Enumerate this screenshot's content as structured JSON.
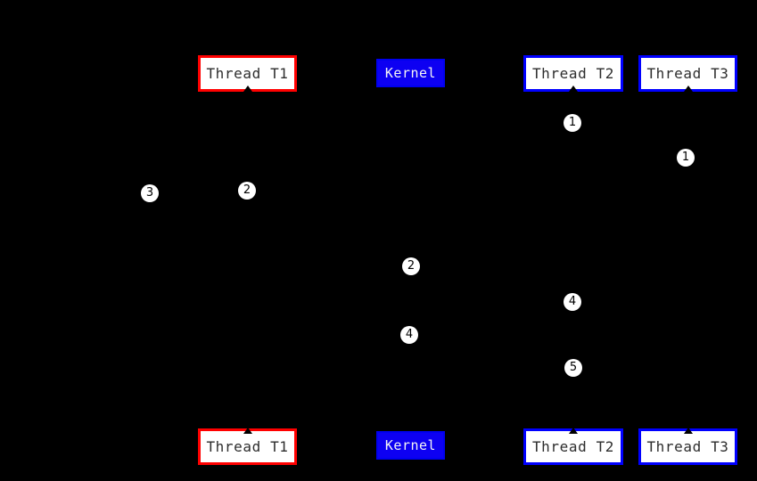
{
  "background_color": "#000000",
  "colors": {
    "red_accent": "#ff0000",
    "blue_accent": "#0000ff",
    "kernel_fill": "#0d00f2",
    "box_fill": "#ffffff",
    "thread_label_text": "#2d2d2d",
    "kernel_label_text": "#f5f5f5",
    "marker_fill": "#ffffff",
    "marker_text": "#000000"
  },
  "actors": {
    "thread_t1": {
      "label": "Thread T1"
    },
    "kernel": {
      "label": "Kernel"
    },
    "thread_t2": {
      "label": "Thread T2"
    },
    "thread_t3": {
      "label": "Thread T3"
    }
  },
  "markers": [
    {
      "label": "3"
    },
    {
      "label": "2"
    },
    {
      "label": "1"
    },
    {
      "label": "1"
    },
    {
      "label": "2"
    },
    {
      "label": "4"
    },
    {
      "label": "4"
    },
    {
      "label": "5"
    }
  ]
}
